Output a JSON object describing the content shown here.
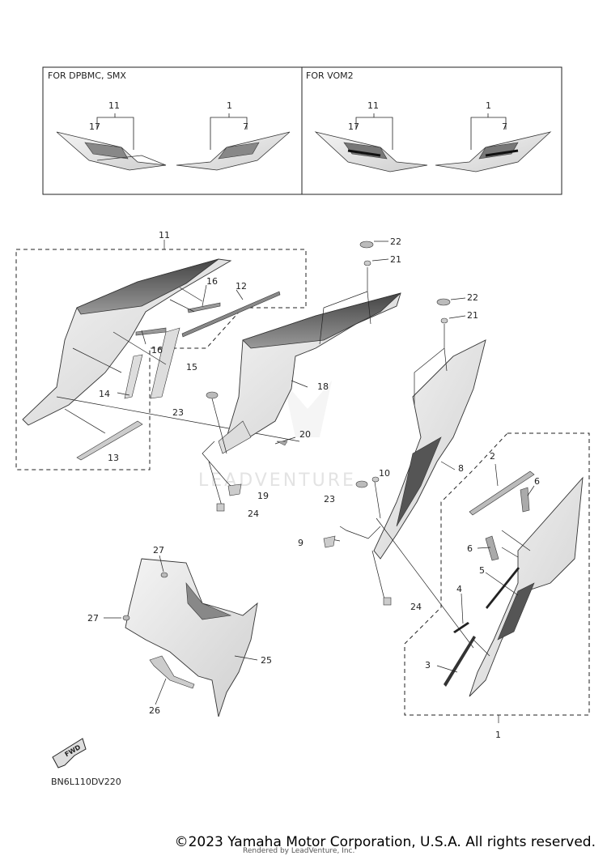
{
  "diagram": {
    "inset_left_title": "FOR DPBMC, SMX",
    "inset_right_title": "FOR VOM2",
    "inset_labels": {
      "l_11": "11",
      "l_17": "17",
      "l_1": "1",
      "l_7": "7",
      "r_11": "11",
      "r_17": "17",
      "r_1": "1",
      "r_7": "7"
    },
    "callouts": {
      "p11": "11",
      "p16a": "16",
      "p12": "12",
      "p16b": "16",
      "p15": "15",
      "p14": "14",
      "p13": "13",
      "p18": "18",
      "p22a": "22",
      "p21a": "21",
      "p23a": "23",
      "p20": "20",
      "p19": "19",
      "p24a": "24",
      "p22b": "22",
      "p21b": "21",
      "p8": "8",
      "p10": "10",
      "p23b": "23",
      "p9": "9",
      "p24b": "24",
      "p2": "2",
      "p6a": "6",
      "p6b": "6",
      "p5": "5",
      "p4": "4",
      "p3": "3",
      "p1": "1",
      "p27a": "27",
      "p27b": "27",
      "p25": "25",
      "p26": "26"
    },
    "fwd_label": "FWD",
    "diagram_code": "BN6L110DV220",
    "watermark": "LEADVENTURE"
  },
  "footer": {
    "copyright": "©2023 Yamaha Motor Corporation, U.S.A. All rights reserved.",
    "rendered_by": "Rendered by LeadVenture, Inc."
  }
}
